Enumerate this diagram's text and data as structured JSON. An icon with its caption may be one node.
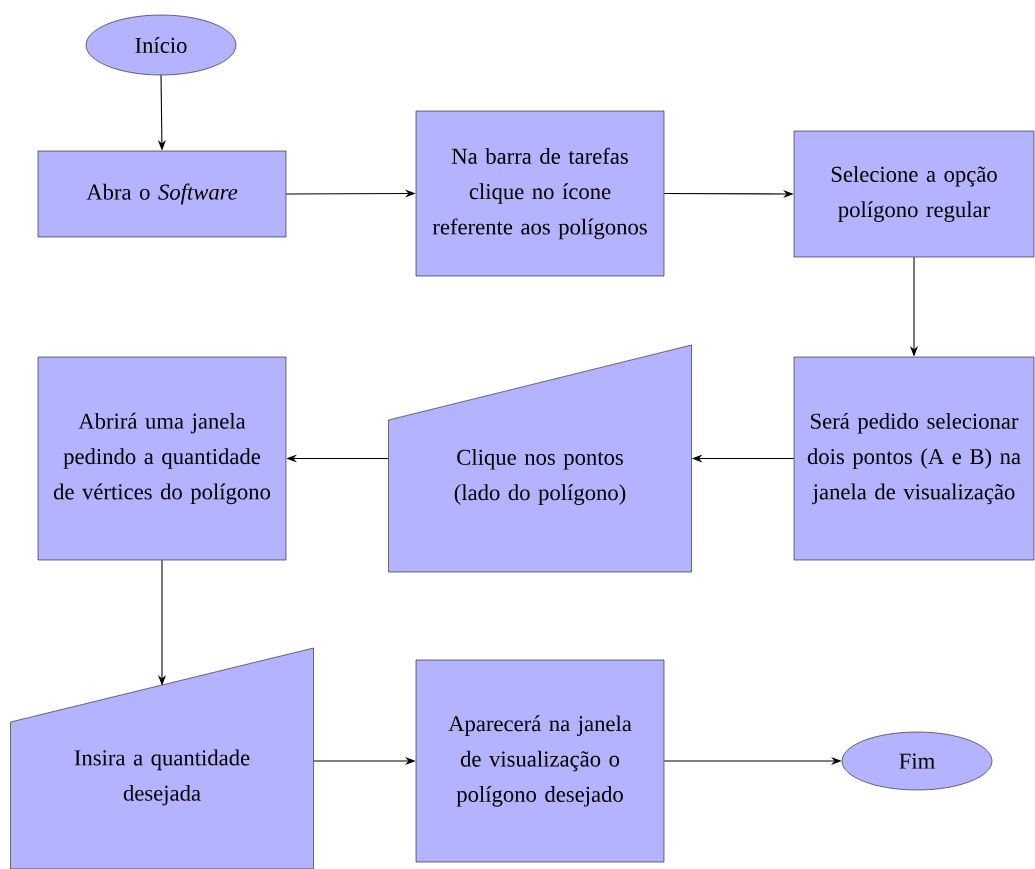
{
  "diagram": {
    "nodes": [
      {
        "text": [
          "Início"
        ]
      },
      {
        "text": [
          "Abra o *Software*"
        ]
      },
      {
        "text": [
          "Na barra de tarefas clique no ícone referente aos polígonos"
        ]
      },
      {
        "text": [
          "Selecione a opção polígono regular"
        ]
      },
      {
        "text": [
          "Será pedido selecionar dois pontos (A e B) na janela de visualização"
        ]
      },
      {
        "text": [
          "Clique nos pontos (lado do polígono)"
        ]
      },
      {
        "text": [
          "Abrirá uma janela pedindo a quantidade de vértices do polígono"
        ]
      },
      {
        "text": [
          "Insira a quantidade desejada"
        ]
      },
      {
        "text": [
          "Aparecerá na janela de visualização o polígono desejado"
        ]
      },
      {
        "text": [
          "Fim"
        ]
      }
    ],
    "edges": [
      {
        "from": 0,
        "to": 1,
        "arrow": "to"
      },
      {
        "from": 1,
        "to": 2,
        "arrow": "to"
      },
      {
        "from": 2,
        "to": 3,
        "arrow": "to"
      },
      {
        "from": 3,
        "to": 4,
        "arrow": "to"
      },
      {
        "from": 4,
        "to": 5,
        "arrow": "to"
      },
      {
        "from": 5,
        "to": 6,
        "arrow": "to"
      },
      {
        "from": 6,
        "to": 7,
        "arrow": "to"
      },
      {
        "from": 7,
        "to": 8,
        "arrow": "to"
      },
      {
        "from": 8,
        "to": 9,
        "arrow": "to"
      }
    ]
  }
}
